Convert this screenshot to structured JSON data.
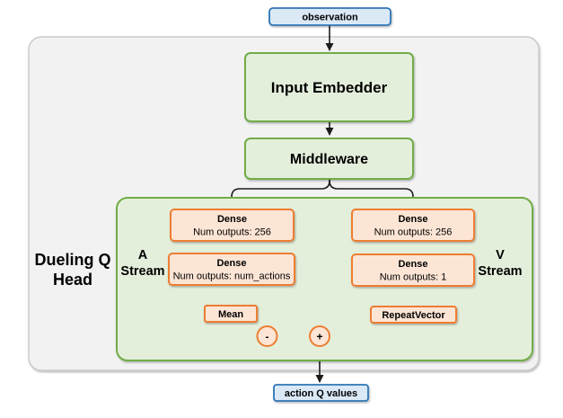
{
  "colors": {
    "blue_fill": "#dbe9f6",
    "blue_border": "#2e75b6",
    "green_fill": "#e4efdb",
    "green_border": "#71ad47",
    "orange_fill": "#fce5d5",
    "orange_border": "#ed7d31",
    "container_fill": "#f2f2f3",
    "container_border": "#c9c9c9",
    "edge": "#1c1c1c"
  },
  "nodes": {
    "observation": "observation",
    "input_embedder": "Input Embedder",
    "middleware": "Middleware",
    "action_q_values": "action Q values"
  },
  "dueling_head": {
    "label": {
      "line1": "Dueling Q",
      "line2": "Head"
    },
    "a_stream": {
      "label": {
        "line1": "A",
        "line2": "Stream"
      },
      "dense1": {
        "line1": "Dense",
        "line2": "Num outputs: 256"
      },
      "dense2": {
        "line1": "Dense",
        "line2": "Num outputs: num_actions"
      },
      "mean": "Mean"
    },
    "v_stream": {
      "label": {
        "line1": "V",
        "line2": "Stream"
      },
      "dense1": {
        "line1": "Dense",
        "line2": "Num outputs: 256"
      },
      "dense2": {
        "line1": "Dense",
        "line2": "Num outputs: 1"
      },
      "repeat_vector": "RepeatVector"
    },
    "operators": {
      "subtract": "-",
      "add": "+"
    }
  }
}
